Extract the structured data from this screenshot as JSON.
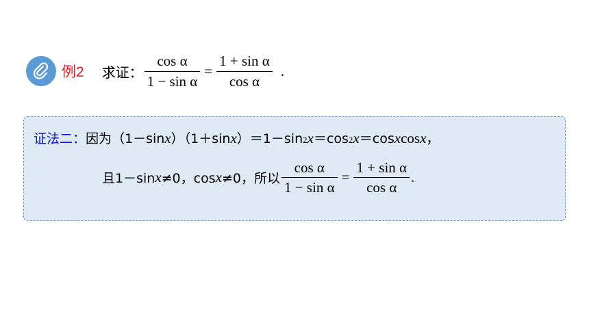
{
  "example": {
    "icon": "paperclip-icon",
    "label": "例2",
    "prompt": "求证：",
    "lhs_num": "cos α",
    "lhs_den": "1 − sin α",
    "equals": "=",
    "rhs_num": "1 + sin α",
    "rhs_den": "cos α",
    "end": "."
  },
  "proof": {
    "method": "证法二：",
    "line1": {
      "t1": "因为（1－sin ",
      "x1": "x",
      "t2": "）（1＋sin ",
      "x2": "x",
      "t3": "）＝1－sin",
      "sup1": "2",
      "x3": "x",
      "t4": "＝cos",
      "sup2": "2",
      "x4": "x",
      "t5": "＝cos ",
      "x5": "x",
      "t6": "cos ",
      "x6": "x",
      "t7": "，"
    },
    "line2": {
      "t1": "且1－sin ",
      "x1": "x",
      "t2": "≠0，cos ",
      "x2": "x",
      "t3": "≠0，所以",
      "lhs_num": "cos α",
      "lhs_den": "1 − sin α",
      "equals": "=",
      "rhs_num": "1 + sin α",
      "rhs_den": "cos α",
      "end": "."
    }
  },
  "colors": {
    "icon_bg": "#5b9bd5",
    "example_label": "#e02020",
    "method_label": "#1010e0",
    "box_bg": "#deeaf6",
    "box_border": "#6f9fd8"
  }
}
